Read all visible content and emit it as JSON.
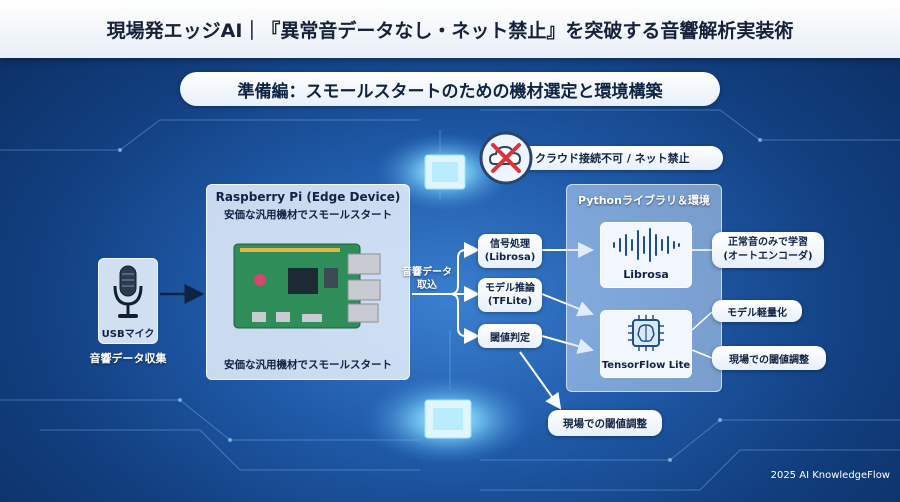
{
  "title": "現場発エッジAI｜『異常音データなし・ネット禁止』を突破する音響解析実装術",
  "subtitle": "準備編：スモールスタートのための機材選定と環境構築",
  "cloud_badge": "クラウド接続不可 / ネット禁止",
  "mic": {
    "label": "USBマイク",
    "caption": "音響データ収集"
  },
  "device": {
    "title": "Raspberry Pi (Edge Device)",
    "tagline": "安価な汎用機材でスモールスタート",
    "bottom_caption": "安価な汎用機材でスモールスタート"
  },
  "input_label": "音響データ\n取込",
  "steps": [
    {
      "label": "信号処理\n(Librosa)"
    },
    {
      "label": "モデル推論\n(TFLite)"
    },
    {
      "label": "閾値判定"
    }
  ],
  "library_panel": {
    "title": "Pythonライブラリ＆環境",
    "librosa": "Librosa",
    "tflite": "TensorFlow Lite"
  },
  "notes": [
    {
      "label": "正常音のみで学習\n(オートエンコーダ)"
    },
    {
      "label": "モデル軽量化"
    },
    {
      "label": "現場での閾値調整"
    }
  ],
  "bottom_note": "現場での閾値調整",
  "copyright": "2025 AI KnowledgeFlow",
  "colors": {
    "accent": "#1f5aa8",
    "panel": "#e6f0fc",
    "badge_x": "#d9353a"
  }
}
